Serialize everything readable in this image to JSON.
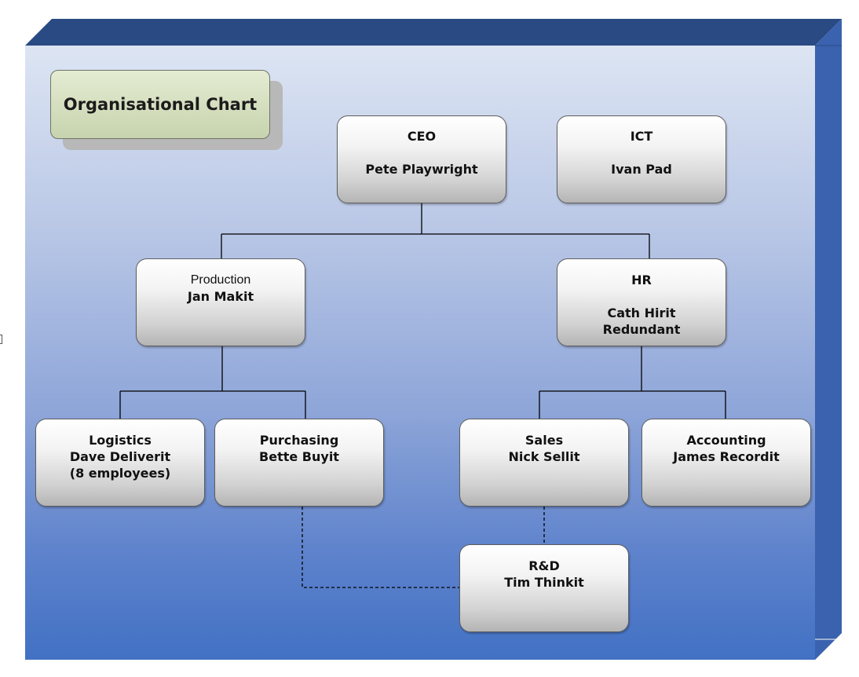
{
  "diagram": {
    "title": "Organisational Chart",
    "nodes": {
      "ceo": {
        "role": "CEO",
        "name": "Pete Playwright"
      },
      "ict": {
        "role": "ICT",
        "name": "Ivan Pad"
      },
      "production": {
        "role": "Production",
        "name": "Jan Makit"
      },
      "hr": {
        "role": "HR",
        "name": "Cath Hirit",
        "note": "Redundant"
      },
      "logistics": {
        "role": "Logistics",
        "name": "Dave Deliverit",
        "note": "(8 employees)"
      },
      "purchasing": {
        "role": "Purchasing",
        "name": "Bette Buyit"
      },
      "sales": {
        "role": "Sales",
        "name": "Nick Sellit"
      },
      "accounting": {
        "role": "Accounting",
        "name": "James Recordit"
      },
      "rd": {
        "role": "R&D",
        "name": "Tim Thinkit"
      }
    }
  },
  "colors": {
    "slab_top": "#2a4a83",
    "slab_side": "#3c64b1",
    "title_fill": "#c7d3ae",
    "box_border": "#5e5e5e",
    "connector": "#000000"
  }
}
